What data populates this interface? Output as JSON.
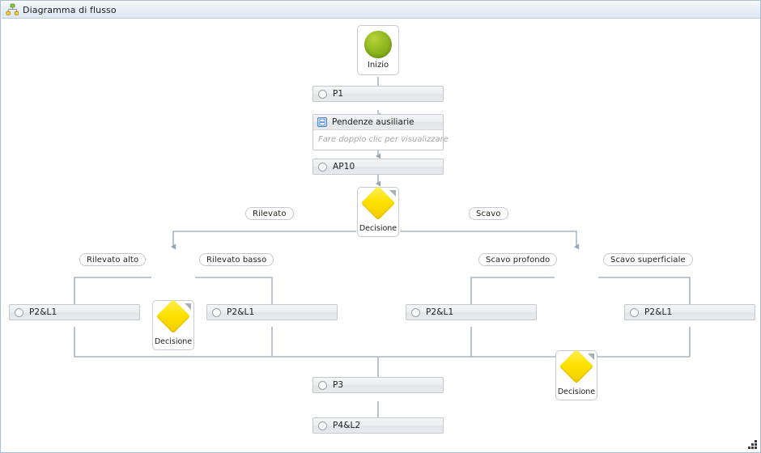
{
  "window": {
    "title": "Diagramma di flusso",
    "title_icon": "hierarchy-chart-icon",
    "resize_grip_icon": "resize-grip-icon"
  },
  "colors": {
    "connector": "#a9b6c4",
    "start_fill": "#94bb22",
    "decision_fill": "#ffe200",
    "node_border": "#c3c9cf",
    "node_fill": "#eceef0",
    "titlebar_border": "#b9cbdf",
    "hint_text": "#a6a6a6"
  },
  "nodes": {
    "start": {
      "id": "start",
      "label": "Inizio",
      "type": "start-event",
      "icon": "green-circle-icon"
    },
    "p1": {
      "id": "p1",
      "label": "P1",
      "type": "activity",
      "icon": "circle-ring-icon"
    },
    "subprocess": {
      "id": "pendenze",
      "title": "Pendenze ausiliarie",
      "hint": "Fare doppio clic per visualizzare",
      "type": "subprocess",
      "icon": "subprocess-icon"
    },
    "ap10": {
      "id": "ap10",
      "label": "AP10",
      "type": "activity",
      "icon": "circle-ring-icon"
    },
    "decision_main": {
      "id": "decision-main",
      "label": "Decisione",
      "type": "decision",
      "icon": "yellow-diamond-icon"
    },
    "decision_left": {
      "id": "decision-left",
      "label": "Decisione",
      "type": "decision",
      "icon": "yellow-diamond-icon"
    },
    "decision_right": {
      "id": "decision-right",
      "label": "Decisione",
      "type": "decision",
      "icon": "yellow-diamond-icon"
    },
    "leaf1": {
      "id": "leaf-1",
      "label": "P2&L1",
      "type": "activity",
      "icon": "circle-ring-icon"
    },
    "leaf2": {
      "id": "leaf-2",
      "label": "P2&L1",
      "type": "activity",
      "icon": "circle-ring-icon"
    },
    "leaf3": {
      "id": "leaf-3",
      "label": "P2&L1",
      "type": "activity",
      "icon": "circle-ring-icon"
    },
    "leaf4": {
      "id": "leaf-4",
      "label": "P2&L1",
      "type": "activity",
      "icon": "circle-ring-icon"
    },
    "p3": {
      "id": "p3",
      "label": "P3",
      "type": "activity",
      "icon": "circle-ring-icon"
    },
    "p4l2": {
      "id": "p4l2",
      "label": "P4&L2",
      "type": "activity",
      "icon": "circle-ring-icon"
    }
  },
  "edge_labels": {
    "rilevato": "Rilevato",
    "scavo": "Scavo",
    "rilevato_alto": "Rilevato alto",
    "rilevato_basso": "Rilevato basso",
    "scavo_profondo": "Scavo profondo",
    "scavo_superficiale": "Scavo superficiale"
  }
}
